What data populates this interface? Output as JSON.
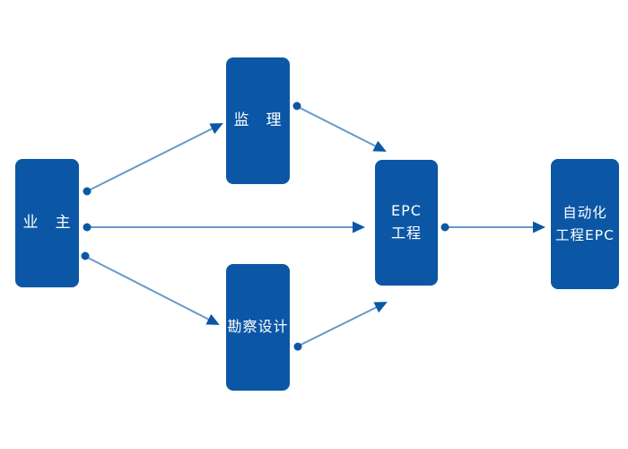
{
  "diagram": {
    "background_color": "#ffffff",
    "node_fill_color": "#0c57a5",
    "node_text_color": "#ffffff",
    "connector_line_color": "#6699cb",
    "connector_marker_color": "#0c57a5",
    "nodes": [
      {
        "id": "owner",
        "label": "业　主"
      },
      {
        "id": "supervision",
        "label": "监　理"
      },
      {
        "id": "survey-design",
        "label": "勘察设计"
      },
      {
        "id": "epc",
        "label": "EPC\n工程"
      },
      {
        "id": "automation-epc",
        "label": "自动化\n工程EPC"
      }
    ],
    "edges": [
      {
        "from": "owner",
        "to": "supervision"
      },
      {
        "from": "owner",
        "to": "epc"
      },
      {
        "from": "owner",
        "to": "survey-design"
      },
      {
        "from": "supervision",
        "to": "epc"
      },
      {
        "from": "survey-design",
        "to": "epc"
      },
      {
        "from": "epc",
        "to": "automation-epc"
      }
    ]
  }
}
